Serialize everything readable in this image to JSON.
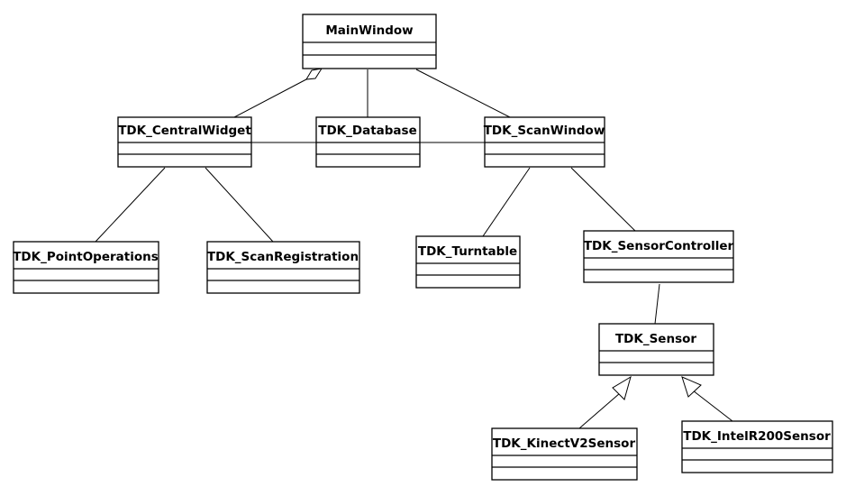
{
  "diagram": {
    "type": "UML class diagram",
    "classes": [
      {
        "id": "MainWindow",
        "name": "MainWindow"
      },
      {
        "id": "CentralWidget",
        "name": "TDK_CentralWidget"
      },
      {
        "id": "Database",
        "name": "TDK_Database"
      },
      {
        "id": "ScanWindow",
        "name": "TDK_ScanWindow"
      },
      {
        "id": "PointOperations",
        "name": "TDK_PointOperations"
      },
      {
        "id": "ScanRegistration",
        "name": "TDK_ScanRegistration"
      },
      {
        "id": "Turntable",
        "name": "TDK_Turntable"
      },
      {
        "id": "SensorController",
        "name": "TDK_SensorController"
      },
      {
        "id": "Sensor",
        "name": "TDK_Sensor"
      },
      {
        "id": "KinectV2Sensor",
        "name": "TDK_KinectV2Sensor"
      },
      {
        "id": "IntelR200Sensor",
        "name": "TDK_IntelR200Sensor"
      }
    ],
    "relations": [
      {
        "from": "CentralWidget",
        "to": "MainWindow",
        "kind": "aggregation"
      },
      {
        "from": "Database",
        "to": "MainWindow",
        "kind": "association"
      },
      {
        "from": "ScanWindow",
        "to": "MainWindow",
        "kind": "association"
      },
      {
        "from": "CentralWidget",
        "to": "Database",
        "kind": "association"
      },
      {
        "from": "Database",
        "to": "ScanWindow",
        "kind": "association"
      },
      {
        "from": "PointOperations",
        "to": "CentralWidget",
        "kind": "association"
      },
      {
        "from": "ScanRegistration",
        "to": "CentralWidget",
        "kind": "association"
      },
      {
        "from": "Turntable",
        "to": "ScanWindow",
        "kind": "association"
      },
      {
        "from": "SensorController",
        "to": "ScanWindow",
        "kind": "association"
      },
      {
        "from": "Sensor",
        "to": "SensorController",
        "kind": "association"
      },
      {
        "from": "KinectV2Sensor",
        "to": "Sensor",
        "kind": "generalization"
      },
      {
        "from": "IntelR200Sensor",
        "to": "Sensor",
        "kind": "generalization"
      }
    ]
  }
}
